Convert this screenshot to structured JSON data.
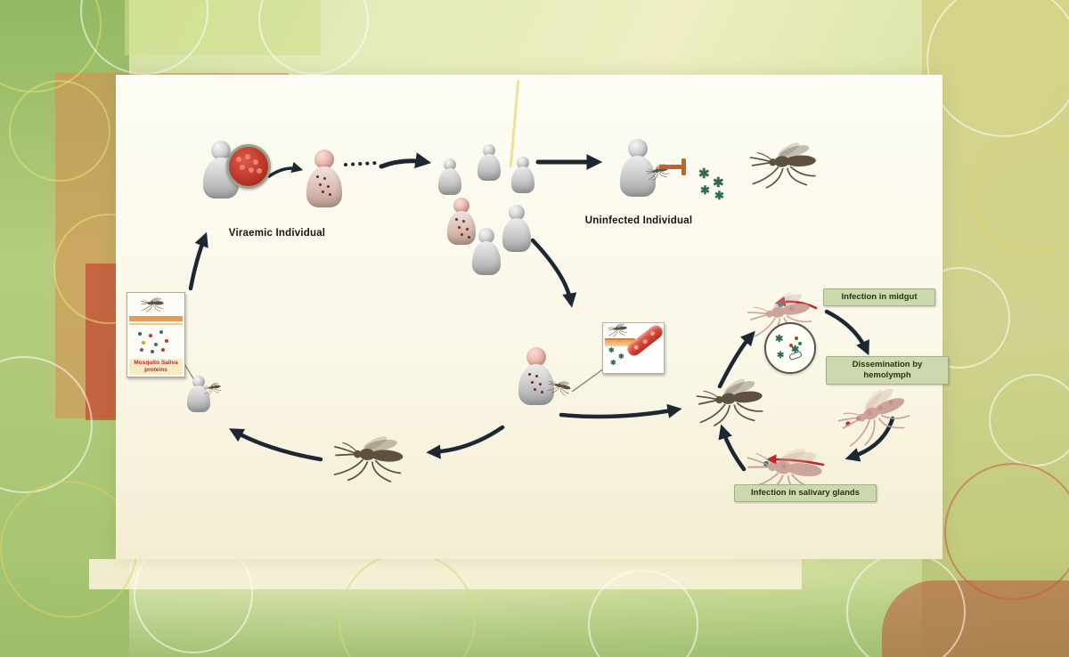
{
  "labels": {
    "viraemic_individual": "Viraemic Individual",
    "uninfected_individual": "Uninfected Individual",
    "infection_in_midgut": "Infection in midgut",
    "dissemination_by_hemolymph": "Dissemination by\nhemolymph",
    "infection_in_salivary_glands": "Infection in salivary glands",
    "mosquito_saliva_proteins": "Mosquito Saliva\nproteins"
  },
  "icons": {
    "virus_particle": "✱"
  },
  "colors": {
    "arrow": "#1c2733",
    "badge_background": "#ccd9ad",
    "badge_border": "#9fb183",
    "badge_text": "#26331b",
    "inhibitor_orange": "#c4622d",
    "virus_green": "#2e6b4f",
    "saliva_label_red": "#c0272d"
  }
}
